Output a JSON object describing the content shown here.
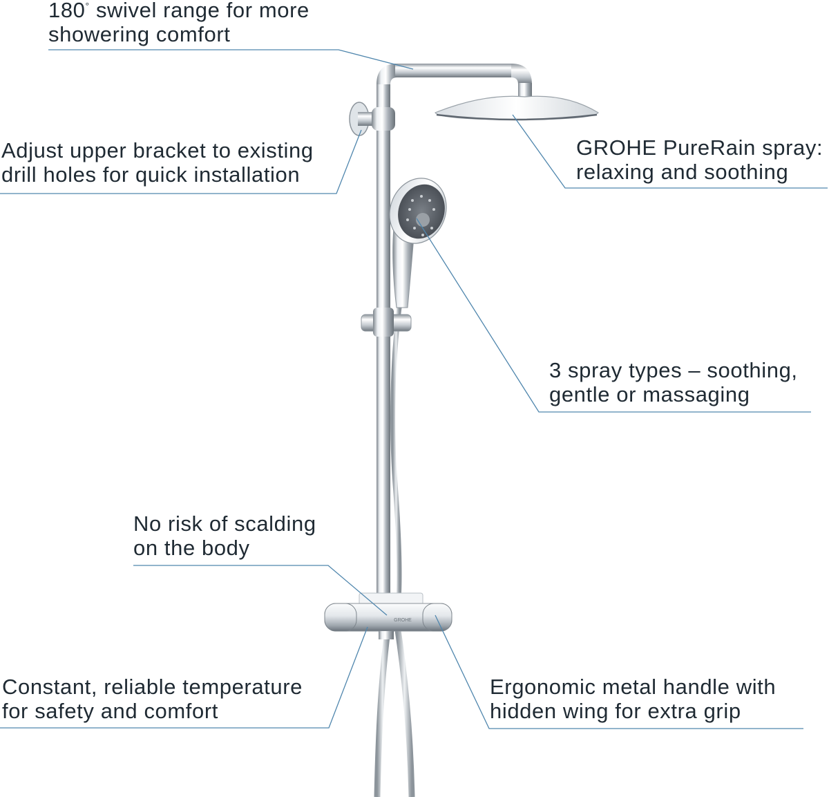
{
  "annotations": {
    "swivel": {
      "line1_prefix": "180",
      "line1_degree": "°",
      "line1_suffix": " swivel range for more",
      "line2": "showering comfort"
    },
    "bracket": {
      "line1": "Adjust upper bracket to existing",
      "line2": "drill holes for quick installation"
    },
    "purerain": {
      "line1": "GROHE PureRain spray:",
      "line2": "relaxing and soothing"
    },
    "spray_types": {
      "line1": "3 spray types – soothing,",
      "line2": "gentle or massaging"
    },
    "scalding": {
      "line1": "No risk of scalding",
      "line2": "on the body"
    },
    "temperature": {
      "line1": "Constant, reliable temperature",
      "line2": "for safety and comfort"
    },
    "handle": {
      "line1": "Ergonomic metal handle with",
      "line2": "hidden wing for extra grip"
    }
  },
  "product": {
    "thermostat_logo": "GROHE"
  },
  "colors": {
    "leader_line": "#4f86ad",
    "text": "#1f2a33",
    "chrome_light": "#f4f6f8",
    "chrome_mid": "#b9c0c7",
    "chrome_dark": "#6f777f",
    "spray_face": "#5d6269"
  }
}
